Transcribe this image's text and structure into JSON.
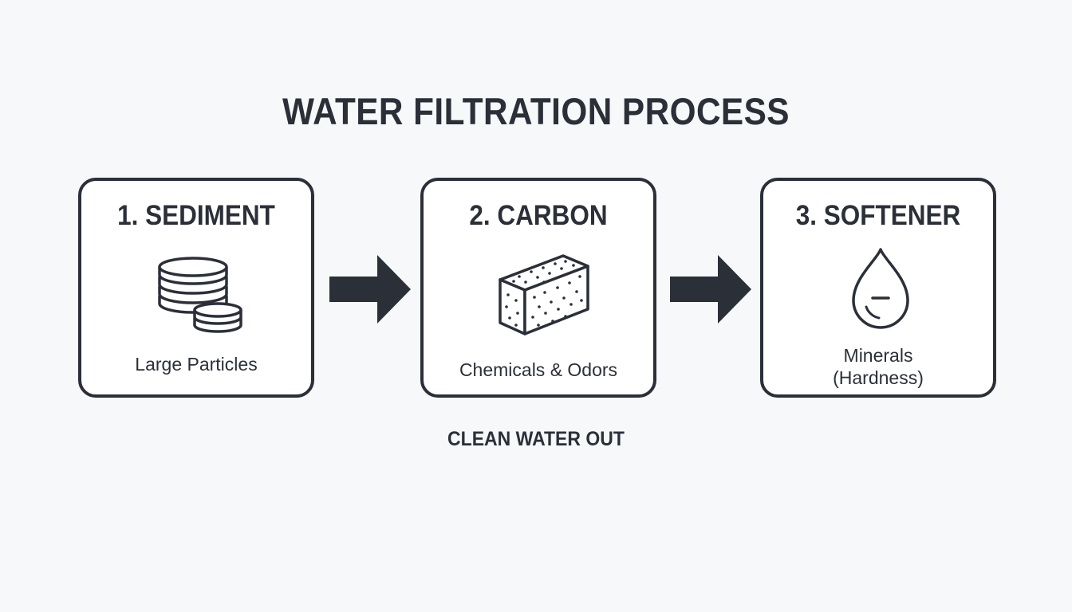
{
  "title": "WATER FILTRATION PROCESS",
  "stages": [
    {
      "label": "1. SEDIMENT",
      "description": "Large Particles",
      "icon": "sediment-discs-icon"
    },
    {
      "label": "2. CARBON",
      "description": "Chemicals & Odors",
      "icon": "carbon-block-icon"
    },
    {
      "label": "3. SOFTENER",
      "description": "Minerals\n(Hardness)",
      "icon": "water-drop-icon"
    }
  ],
  "footer": "CLEAN WATER OUT",
  "colors": {
    "ink": "#2b2f38",
    "background": "#f7f8f9",
    "card": "#ffffff"
  }
}
